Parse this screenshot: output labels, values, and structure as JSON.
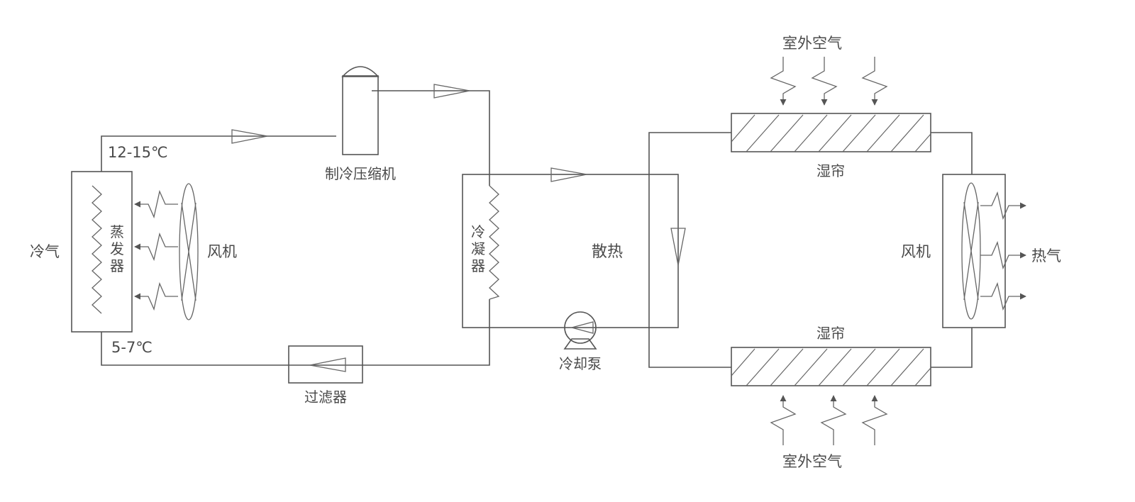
{
  "labels": {
    "evap_top_temp": "12-15℃",
    "evap_bottom_temp": "5-7℃",
    "compressor": "制冷压缩机",
    "evaporator": [
      "蒸",
      "发",
      "器"
    ],
    "condenser": [
      "冷",
      "凝",
      "器"
    ],
    "cold_air": "冷气",
    "fan_left": "风机",
    "filter": "过滤器",
    "heat_dissipation": "散热",
    "cooling_pump": "冷却泵",
    "outdoor_air_top": "室外空气",
    "outdoor_air_bottom": "室外空气",
    "wet_curtain_top": "湿帘",
    "wet_curtain_bottom": "湿帘",
    "fan_right": "风机",
    "hot_air": "热气"
  },
  "colors": {
    "line": "#555555",
    "text": "#4a4a4a"
  }
}
